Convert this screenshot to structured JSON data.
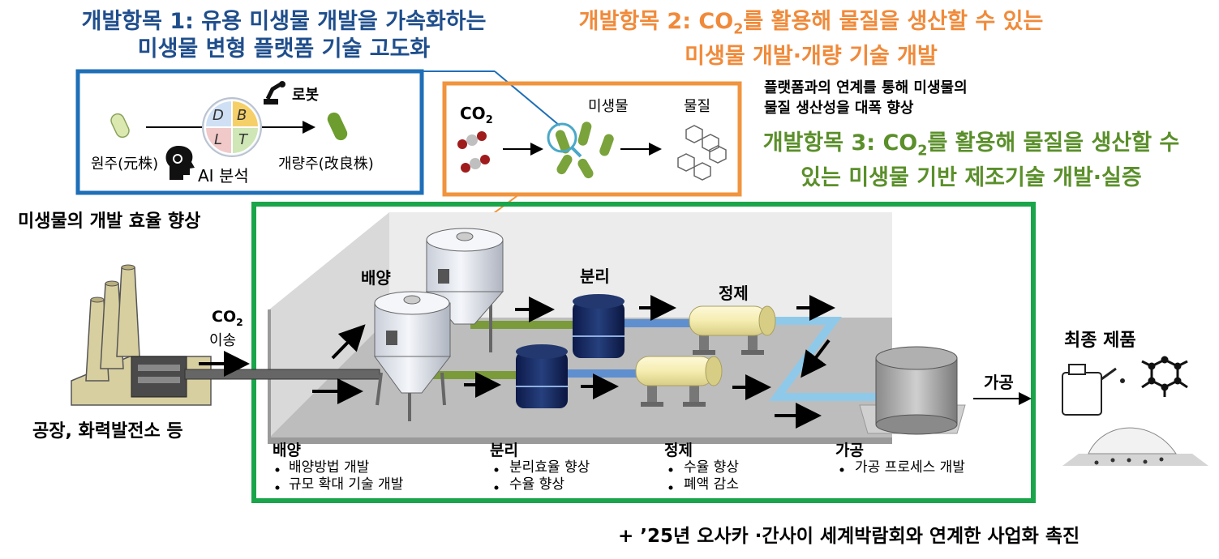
{
  "item1": {
    "title_line1": "개발항목 1: 유용 미생물 개발을 가속화하는",
    "title_line2": "미생물 변형 플랫폼 기술 고도화"
  },
  "item2": {
    "title_prefix": "개발항목 2: CO",
    "title_sub": "2",
    "title_suffix": "를 활용해 물질을 생산할 수 있는",
    "title_line2": "미생물  개발·개량 기술 개발"
  },
  "item3": {
    "title_prefix": "개발항목 3: CO",
    "title_sub": "2",
    "title_suffix": "를 활용해 물질을 생산할 수",
    "title_line2": "있는 미생물 기반 제조기술 개발·실증"
  },
  "platform_note": {
    "line1": "플랫폼과의 연계를 통해 미생물의",
    "line2": "물질 생산성을 대폭 향상"
  },
  "box1": {
    "robot": "로봇",
    "origin_strain": "원주(元株)",
    "ai": "AI 분석",
    "improved_strain": "개량주(改良株)",
    "dblt": [
      "D",
      "B",
      "L",
      "T"
    ]
  },
  "box1_caption": "미생물의 개발 효율 향상",
  "box2": {
    "co2_main": "CO",
    "co2_sub": "2",
    "microbe": "미생물",
    "material": "물질"
  },
  "factory": {
    "caption": "공장, 화력발전소 등",
    "co2_main": "CO",
    "co2_sub": "2",
    "transport": "이송"
  },
  "process": {
    "culture": "배양",
    "separation": "분리",
    "purification": "정제",
    "processing": "가공"
  },
  "final_product": "최종 제품",
  "lists": [
    {
      "head": "배양",
      "items": [
        "배양방법 개발",
        "규모 확대 기술 개발"
      ]
    },
    {
      "head": "분리",
      "items": [
        "분리효율 향상",
        "수율 향상"
      ]
    },
    {
      "head": "정제",
      "items": [
        "수율 향상",
        "폐액 감소"
      ]
    },
    {
      "head": "가공",
      "items": [
        "가공 프로세스 개발"
      ]
    }
  ],
  "bottom_note": "+ ’25년 오사카 ·간사이 세계박람회와 연계한 사업화 촉진",
  "colors": {
    "blue": "#1f6fb8",
    "orange": "#f0943e",
    "green": "#1aa54a",
    "item1_text": "#1f4e8c",
    "item3_text": "#5a8f2a"
  }
}
